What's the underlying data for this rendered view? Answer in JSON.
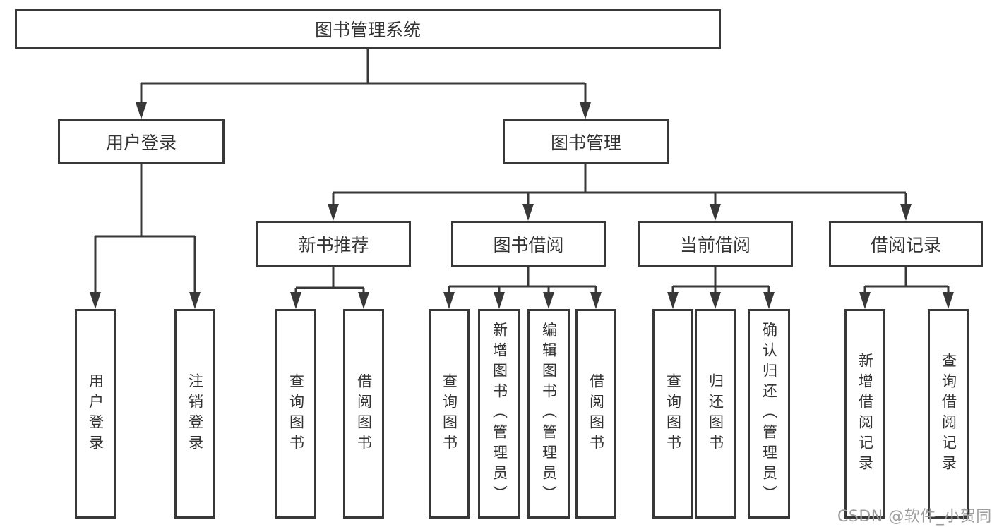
{
  "tree": {
    "root_label": "图书管理系统",
    "branches": [
      {
        "label": "用户登录",
        "leaves": [
          "用户登录",
          "注销登录"
        ]
      },
      {
        "label": "图书管理",
        "groups": [
          {
            "label": "新书推荐",
            "leaves": [
              "查询图书",
              "借阅图书"
            ]
          },
          {
            "label": "图书借阅",
            "leaves": [
              "查询图书",
              "新增图书（管理员）",
              "编辑图书（管理员）",
              "借阅图书"
            ]
          },
          {
            "label": "当前借阅",
            "leaves": [
              "查询图书",
              "归还图书",
              "确认归还（管理员）"
            ]
          },
          {
            "label": "借阅记录",
            "leaves": [
              "新增借阅记录",
              "查询借阅记录"
            ]
          }
        ]
      }
    ]
  },
  "watermark": {
    "text": "CSDN @软件_小贺同学"
  },
  "colors": {
    "line": "#383838",
    "text": "#333333",
    "watermark_text": "#9c9c9c",
    "background": "#ffffff"
  }
}
